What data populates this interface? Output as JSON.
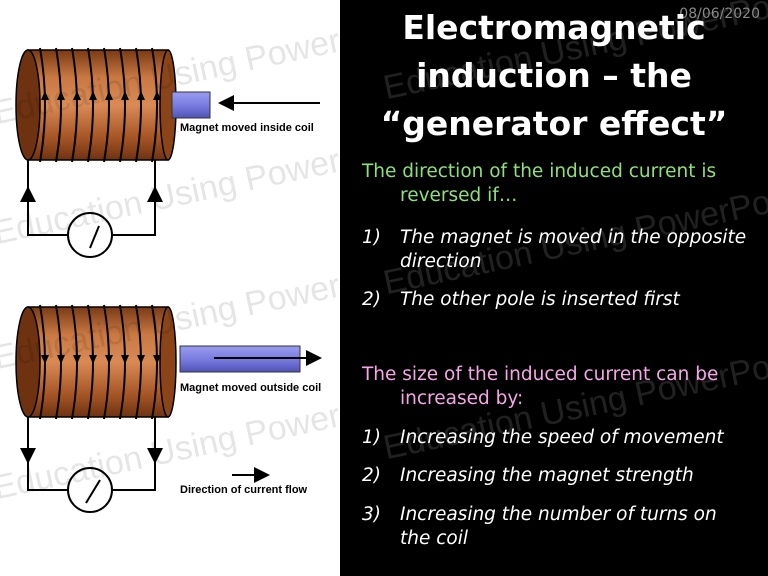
{
  "date": "08/06/2020",
  "title": {
    "line1": "Electromagnetic",
    "line2": "induction – the",
    "line3": "“generator effect”"
  },
  "diagram": {
    "label_top": "Magnet moved inside coil",
    "label_bottom": "Magnet moved outside coil",
    "label_current": "Direction of current flow"
  },
  "direction_section": {
    "heading_line1": "The direction of the induced current is",
    "heading_line2": "reversed if…",
    "items": [
      {
        "num": "1)",
        "line1": "The magnet is moved in the opposite",
        "line2": "direction"
      },
      {
        "num": "2)",
        "line1": "The other pole is inserted first",
        "line2": ""
      }
    ]
  },
  "size_section": {
    "heading_line1": "The size of the induced current can be",
    "heading_line2": "increased by:",
    "items": [
      {
        "num": "1)",
        "line1": "Increasing the speed of movement",
        "line2": ""
      },
      {
        "num": "2)",
        "line1": "Increasing the magnet strength",
        "line2": ""
      },
      {
        "num": "3)",
        "line1": "Increasing the number of turns on",
        "line2": "the coil"
      }
    ]
  },
  "watermark": "Education Using PowerPoint",
  "colors": {
    "background": "#000000",
    "title": "#ffffff",
    "direction_heading": "#8ee07a",
    "size_heading": "#f6a6e6",
    "items": "#ffffff",
    "coil": "#b8642e",
    "magnet": "#7a7ce0"
  }
}
